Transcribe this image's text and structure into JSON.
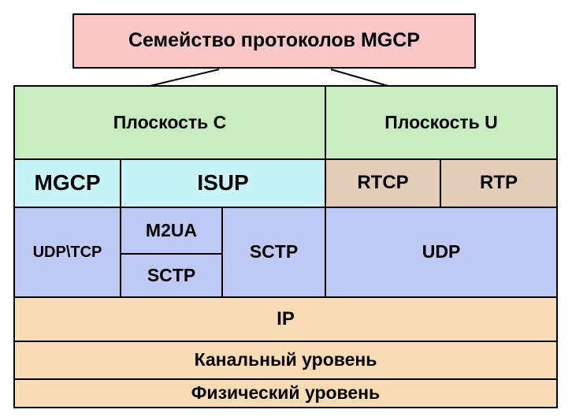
{
  "title": "Семейство протоколов MGCP",
  "planes": {
    "control": "Плоскость С",
    "user": "Плоскость U"
  },
  "row2": {
    "mgcp": "MGCP",
    "isup": "ISUP",
    "rtcp": "RTCP",
    "rtp": "RTP"
  },
  "row3": {
    "udp_tcp": "UDP\\TCP",
    "m2ua": "M2UA",
    "sctp_small": "SCTP",
    "sctp": "SCTP",
    "udp": "UDP"
  },
  "layers": {
    "ip": "IP",
    "link": "Канальный уровень",
    "physical": "Физический уровень"
  },
  "colors": {
    "title_fill": "#f8c8c8",
    "plane_fill": "#c8ecc0",
    "mgcp_isup_fill": "#c8f4f8",
    "rtp_fill": "#e4cdb8",
    "transport_fill": "#c0c8f4",
    "layer_fill": "#fadcb4"
  }
}
